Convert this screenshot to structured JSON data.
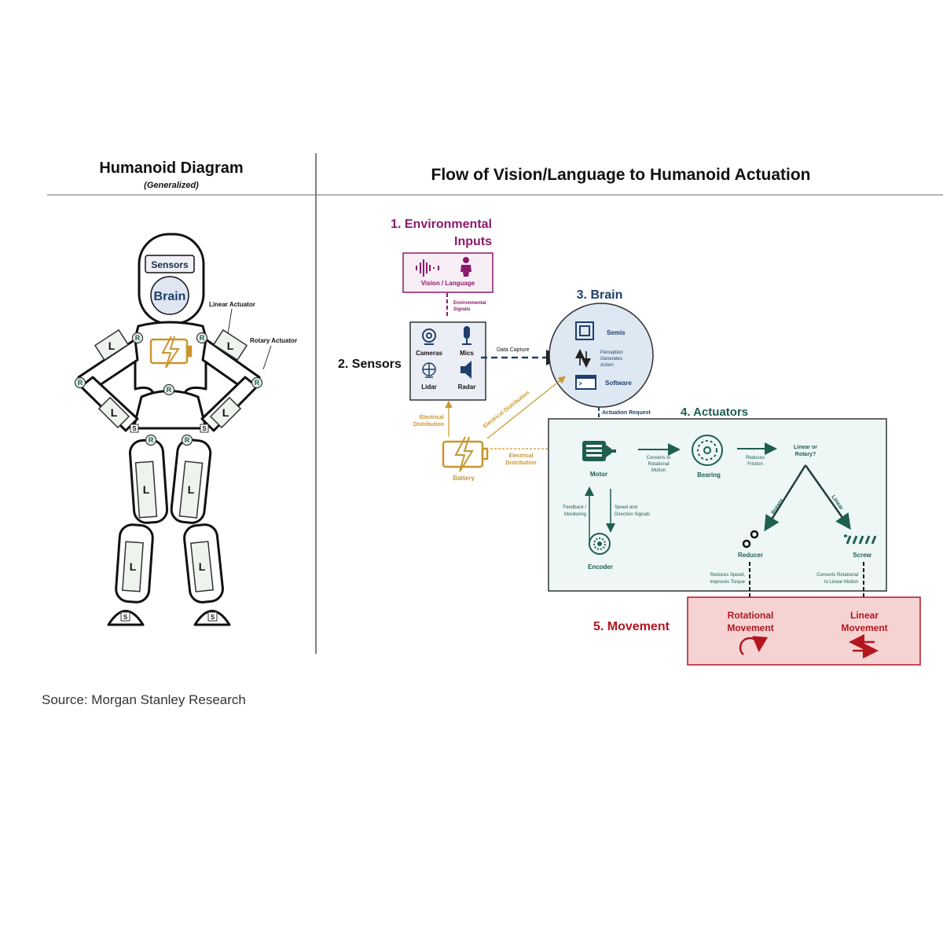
{
  "left_panel": {
    "title": "Humanoid Diagram",
    "subtitle": "(Generalized)",
    "sensors_label": "Sensors",
    "brain_label": "Brain",
    "linear_actuator_label": "Linear Actuator",
    "rotary_actuator_label": "Rotary Actuator",
    "linear_marker": "L",
    "rotary_marker": "R",
    "screw_marker": "S"
  },
  "right_panel": {
    "title": "Flow of Vision/Language to Humanoid Actuation",
    "env_inputs": {
      "title_line1": "1. Environmental",
      "title_line2": "Inputs",
      "box_label": "Vision / Language",
      "signal_line1": "Environmental",
      "signal_line2": "Signals"
    },
    "sensors": {
      "title": "2. Sensors",
      "items": [
        "Cameras",
        "Mics",
        "Lidar",
        "Radar"
      ],
      "data_capture": "Data Capture"
    },
    "brain": {
      "title": "3. Brain",
      "semis": "Semis",
      "software": "Software",
      "note_line1": "Perception",
      "note_line2": "Generates",
      "note_line3": "Action",
      "actuation_request": "Actuation Request"
    },
    "battery": {
      "label": "Battery",
      "dist_1a": "Electrical",
      "dist_1b": "Distribution",
      "dist_2": "Electrical Distribution",
      "dist_3a": "Electrical",
      "dist_3b": "Distribution"
    },
    "actuators": {
      "title": "4. Actuators",
      "motor": "Motor",
      "converts_1": "Converts to",
      "converts_2": "Rotational",
      "converts_3": "Motion",
      "bearing": "Bearing",
      "reduces_1": "Reduces",
      "reduces_2": "Friction",
      "question_1": "Linear or",
      "question_2": "Rotary?",
      "rotary": "Rotary",
      "linear": "Linear",
      "reducer": "Reducer",
      "screw": "Screw",
      "encoder": "Encoder",
      "feedback_1": "Feedback /",
      "feedback_2": "Monitoring",
      "speed_1": "Speed and",
      "speed_2": "Direction Signals",
      "reducer_note_1": "Reduces Speed,",
      "reducer_note_2": "Improves Torque",
      "screw_note_1": "Converts Rotational",
      "screw_note_2": "to Linear Motion"
    },
    "movement": {
      "title": "5. Movement",
      "rot_1": "Rotational",
      "rot_2": "Movement",
      "lin_1": "Linear",
      "lin_2": "Movement"
    }
  },
  "source": "Source: Morgan Stanley Research",
  "colors": {
    "purple": "#8b1a6b",
    "navy": "#1f3f6e",
    "green": "#1f5f4f",
    "gold": "#c9962e",
    "red": "#b3161f"
  }
}
